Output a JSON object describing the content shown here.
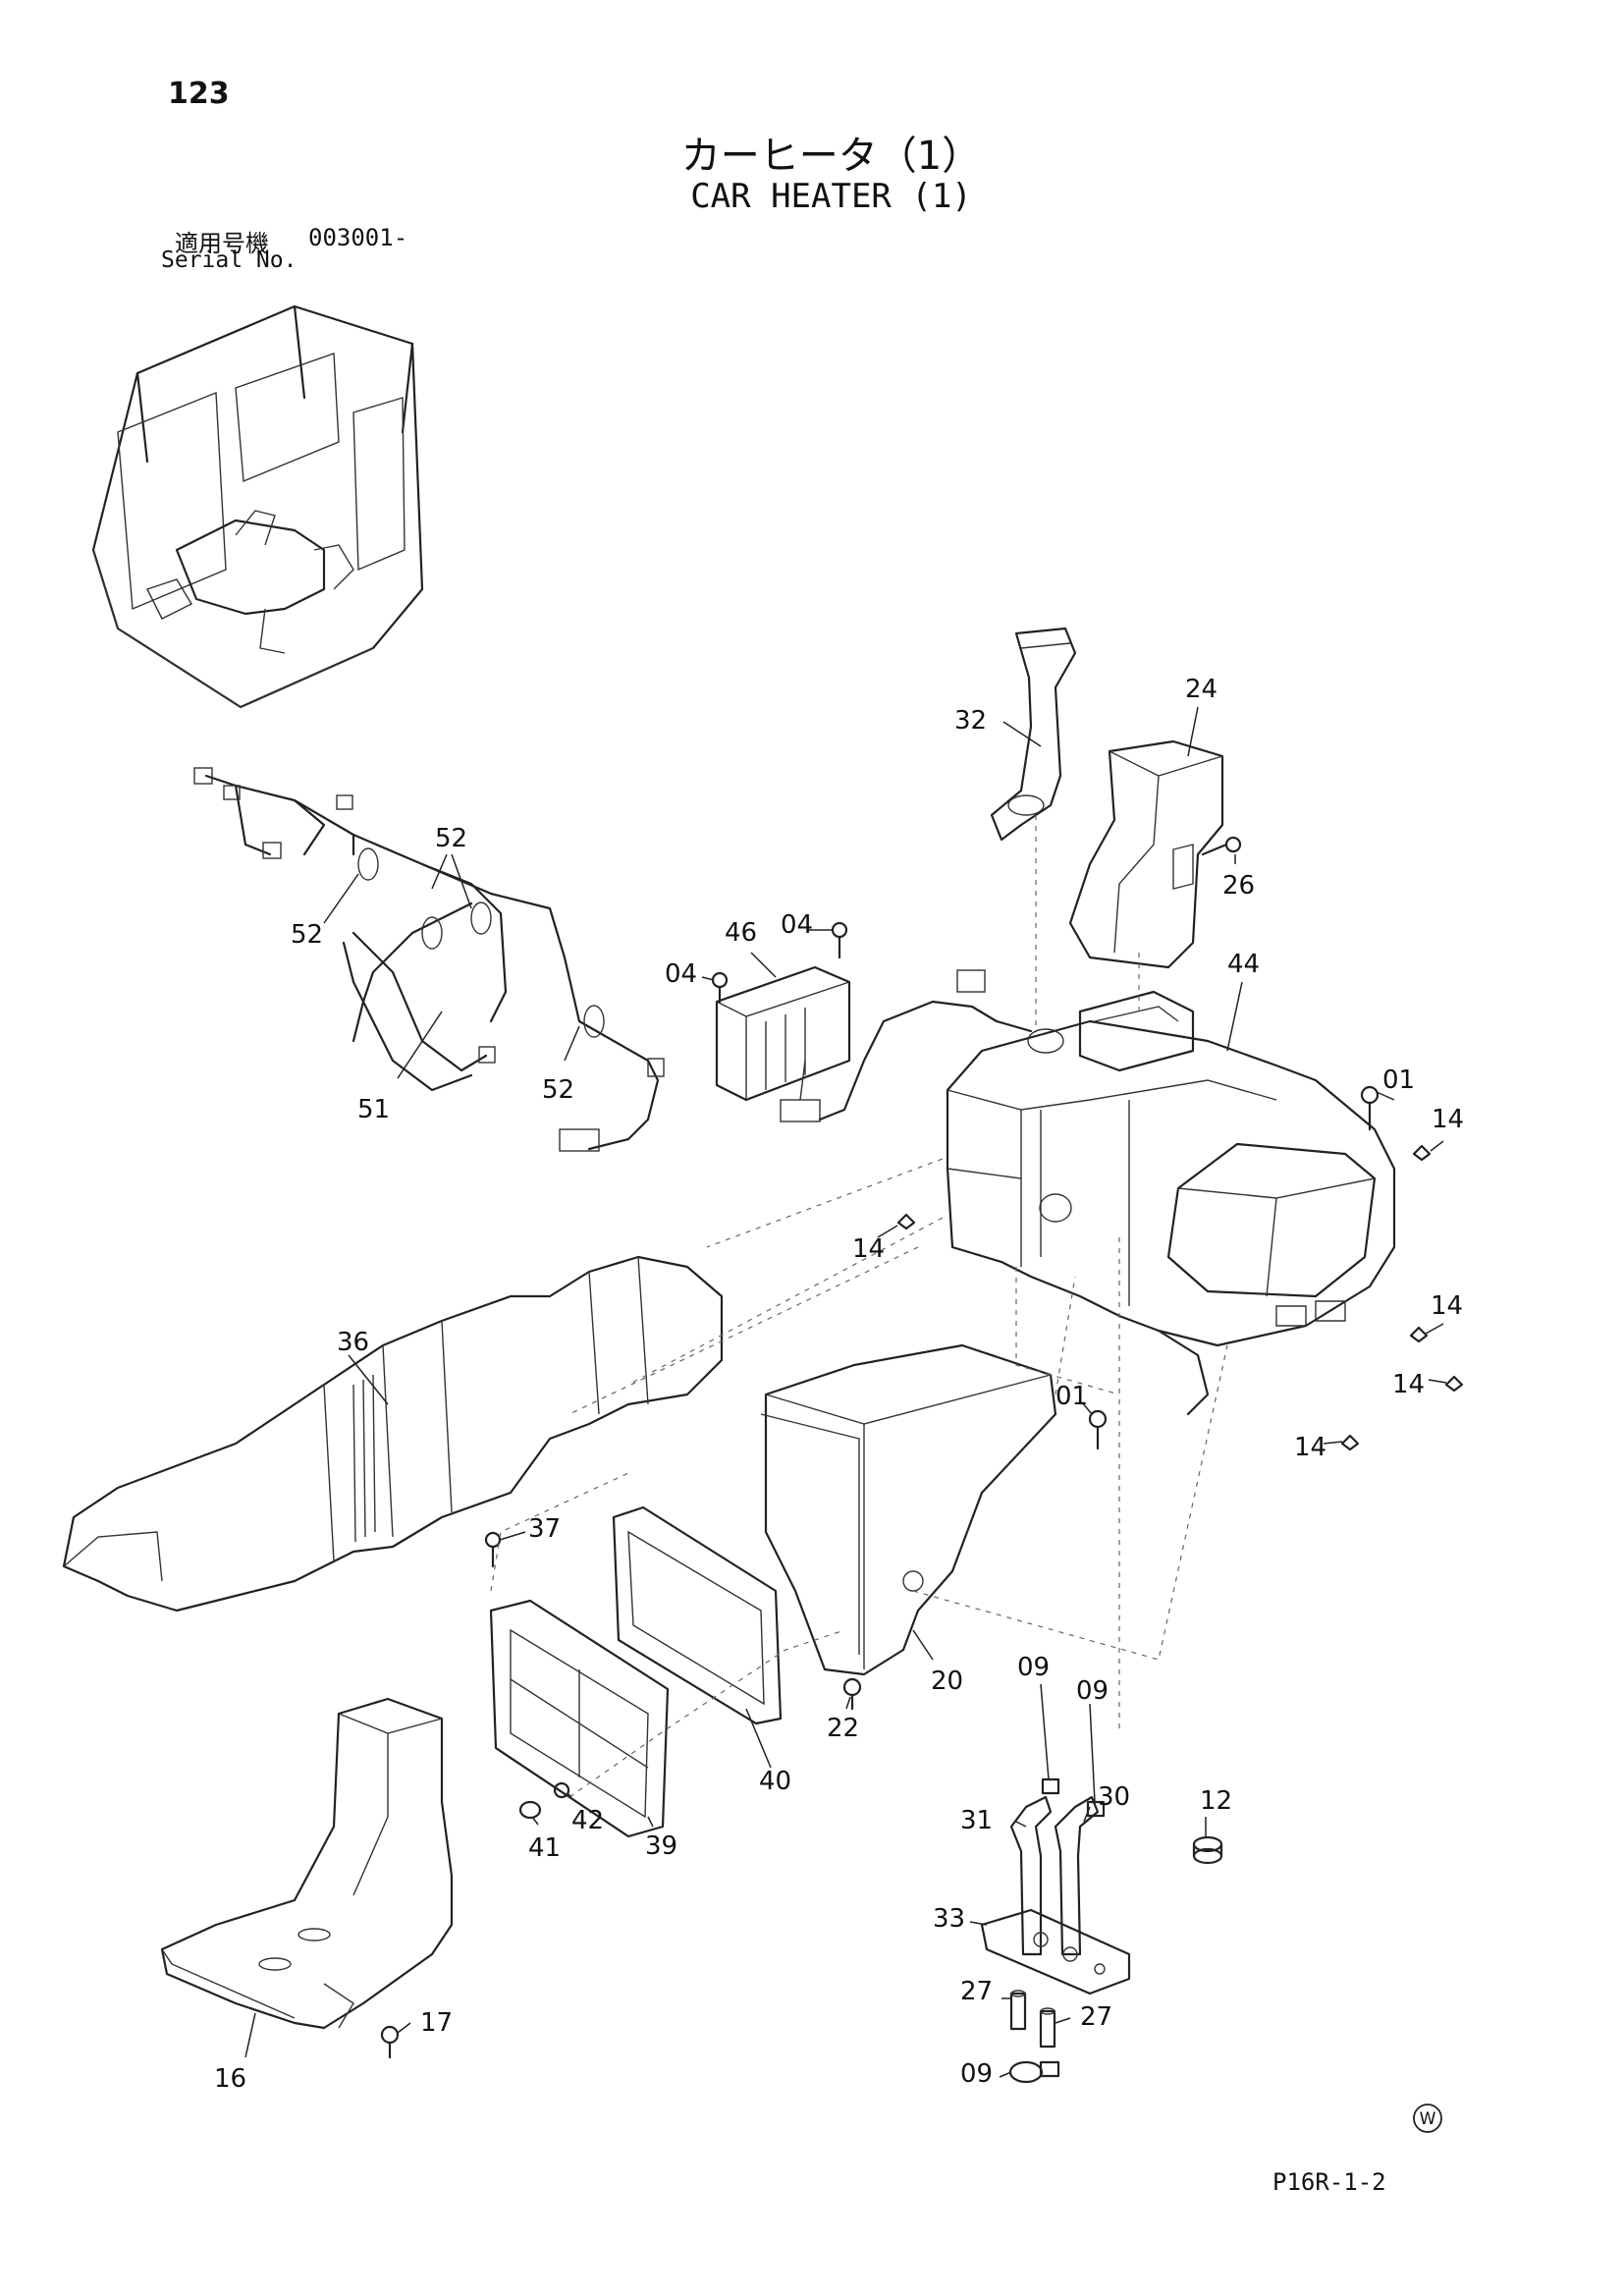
{
  "header": {
    "page_number": "123",
    "title_jp": "カーヒータ（1）",
    "title_en": "CAR HEATER (1)"
  },
  "serial": {
    "label_jp": "適用号機",
    "number": "003001-",
    "label_en": "Serial No."
  },
  "footer": {
    "drawing_code": "P16R-1-2",
    "watermark_letter": "W"
  },
  "parts": [
    {
      "callout": "32",
      "component": "duct-32"
    },
    {
      "callout": "24",
      "component": "duct-24"
    },
    {
      "callout": "26",
      "component": "bolt-26"
    },
    {
      "callout": "52",
      "component": "clamp-52-top"
    },
    {
      "callout": "52",
      "component": "clamp-52-left"
    },
    {
      "callout": "52",
      "component": "clamp-52-bottom"
    },
    {
      "callout": "51",
      "component": "wire-harness-51"
    },
    {
      "callout": "46",
      "component": "controller-46"
    },
    {
      "callout": "04",
      "component": "screw-04-right"
    },
    {
      "callout": "04",
      "component": "screw-04-left"
    },
    {
      "callout": "44",
      "component": "heater-unit-44"
    },
    {
      "callout": "01",
      "component": "bolt-01-right"
    },
    {
      "callout": "14",
      "component": "plug-14-right"
    },
    {
      "callout": "14",
      "component": "plug-14-middle"
    },
    {
      "callout": "14",
      "component": "plug-14-lower-right"
    },
    {
      "callout": "14",
      "component": "plug-14-far-right"
    },
    {
      "callout": "14",
      "component": "plug-14-bottom"
    },
    {
      "callout": "36",
      "component": "duct-36"
    },
    {
      "callout": "01",
      "component": "bolt-01-middle"
    },
    {
      "callout": "37",
      "component": "bolt-37"
    },
    {
      "callout": "20",
      "component": "duct-20"
    },
    {
      "callout": "22",
      "component": "screw-22"
    },
    {
      "callout": "40",
      "component": "frame-40"
    },
    {
      "callout": "39",
      "component": "filter-39"
    },
    {
      "callout": "42",
      "component": "washer-42"
    },
    {
      "callout": "41",
      "component": "knob-41"
    },
    {
      "callout": "09",
      "component": "clamp-09-left"
    },
    {
      "callout": "09",
      "component": "clamp-09-right"
    },
    {
      "callout": "30",
      "component": "hose-30"
    },
    {
      "callout": "31",
      "component": "hose-31"
    },
    {
      "callout": "12",
      "component": "cap-12"
    },
    {
      "callout": "33",
      "component": "plate-33"
    },
    {
      "callout": "27",
      "component": "fitting-27-left"
    },
    {
      "callout": "27",
      "component": "fitting-27-right"
    },
    {
      "callout": "09",
      "component": "clamp-09-bottom"
    },
    {
      "callout": "17",
      "component": "bolt-17"
    },
    {
      "callout": "16",
      "component": "duct-16"
    }
  ]
}
